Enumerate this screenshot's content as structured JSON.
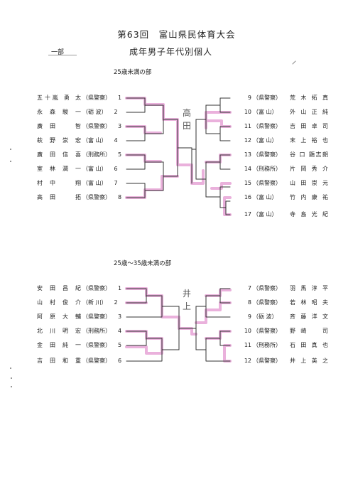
{
  "header": {
    "title": "第63回　富山県民体育大会",
    "division": "一部",
    "category": "成年男子年代別個人"
  },
  "sections": [
    {
      "label": "25歳未満の部",
      "left": [
        {
          "name": "五十嵐 勇 太",
          "aff": "（県警察）",
          "seed": "1"
        },
        {
          "name": "永 森 駿 一",
          "aff": "（砺 波）",
          "seed": "2"
        },
        {
          "name": "廣 田 　 智",
          "aff": "（県警察）",
          "seed": "3"
        },
        {
          "name": "萩 野 崇 宏",
          "aff": "（富 山）",
          "seed": "4"
        },
        {
          "name": "廣 田 信 喜",
          "aff": "（刑務所）",
          "seed": "5"
        },
        {
          "name": "室 林 潤 一",
          "aff": "（富 山）",
          "seed": "6"
        },
        {
          "name": "村 中 　 翔",
          "aff": "（富 山）",
          "seed": "7"
        },
        {
          "name": "高 田 　 拓",
          "aff": "（県警察）",
          "seed": "8"
        }
      ],
      "right": [
        {
          "seed": "9",
          "aff": "（県警察）",
          "name": "荒 木 拓 真"
        },
        {
          "seed": "10",
          "aff": "（富 山）",
          "name": "外 山 正 純"
        },
        {
          "seed": "11",
          "aff": "（県警察）",
          "name": "吉 田 卓 司"
        },
        {
          "seed": "12",
          "aff": "（富 山）",
          "name": "末 上 裕 也"
        },
        {
          "seed": "13",
          "aff": "（県警察）",
          "name": "谷 口 顕志朗"
        },
        {
          "seed": "14",
          "aff": "（刑務所）",
          "name": "片 岡 秀 介"
        },
        {
          "seed": "15",
          "aff": "（県警察）",
          "name": "山 田 崇 元"
        },
        {
          "seed": "16",
          "aff": "（富 山）",
          "name": "竹 内 康 祐"
        },
        {
          "seed": "17",
          "aff": "（富 山）",
          "name": "寺 島 光 紀"
        }
      ],
      "winner_note": "高田"
    },
    {
      "label": "25歳～35歳未満の部",
      "left": [
        {
          "name": "安 田 昌 紀",
          "aff": "（県警察）",
          "seed": "1"
        },
        {
          "name": "山 村 俊 介",
          "aff": "（新 川）",
          "seed": "2"
        },
        {
          "name": "阿 原 大 輔",
          "aff": "（県警察）",
          "seed": "3"
        },
        {
          "name": "北 川 明 宏",
          "aff": "（刑務所）",
          "seed": "4"
        },
        {
          "name": "金 田 純 一",
          "aff": "（県警察）",
          "seed": "5"
        },
        {
          "name": "吉 田 和 重",
          "aff": "（県警察）",
          "seed": "6"
        }
      ],
      "right": [
        {
          "seed": "7",
          "aff": "（県警察）",
          "name": "羽 馬 淳 平"
        },
        {
          "seed": "8",
          "aff": "（県警察）",
          "name": "若 林 昭 夫"
        },
        {
          "seed": "9",
          "aff": "（砺 波）",
          "name": "斉 藤 洋 文"
        },
        {
          "seed": "10",
          "aff": "（県警察）",
          "name": "野 崎 　 司"
        },
        {
          "seed": "11",
          "aff": "（刑務所）",
          "name": "石 田 真 也"
        },
        {
          "seed": "12",
          "aff": "（県警察）",
          "name": "井 上 英 之"
        }
      ],
      "winner_note": "井上"
    }
  ],
  "colors": {
    "highlight": "#e7a4d6",
    "line": "#333333",
    "ink": "#555555"
  }
}
